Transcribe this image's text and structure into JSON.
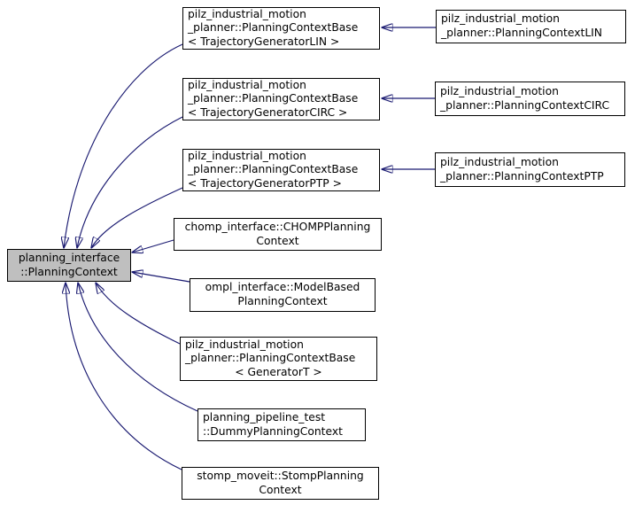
{
  "diagram": {
    "kind": "inheritance-graph",
    "colors": {
      "edge": "#191970",
      "node_border": "#000000",
      "node_fill": "#ffffff",
      "highlight_node_fill": "#bfbfbf",
      "background": "#ffffff"
    },
    "nodes": {
      "root": {
        "lines": [
          "planning_interface",
          "::PlanningContext"
        ]
      },
      "pilz_base_lin": {
        "lines": [
          "pilz_industrial_motion",
          "_planner::PlanningContextBase",
          "< TrajectoryGeneratorLIN >"
        ]
      },
      "pilz_base_circ": {
        "lines": [
          "pilz_industrial_motion",
          "_planner::PlanningContextBase",
          "< TrajectoryGeneratorCIRC >"
        ]
      },
      "pilz_base_ptp": {
        "lines": [
          "pilz_industrial_motion",
          "_planner::PlanningContextBase",
          "< TrajectoryGeneratorPTP >"
        ]
      },
      "chomp": {
        "lines": [
          "chomp_interface::CHOMPPlanning",
          "Context"
        ]
      },
      "ompl": {
        "lines": [
          "ompl_interface::ModelBased",
          "PlanningContext"
        ]
      },
      "pilz_base_generic": {
        "lines": [
          "pilz_industrial_motion",
          "_planner::PlanningContextBase",
          "< GeneratorT >"
        ]
      },
      "dummy": {
        "lines": [
          "planning_pipeline_test",
          "::DummyPlanningContext"
        ]
      },
      "stomp": {
        "lines": [
          "stomp_moveit::StompPlanning",
          "Context"
        ]
      },
      "pilz_lin": {
        "lines": [
          "pilz_industrial_motion",
          "_planner::PlanningContextLIN"
        ]
      },
      "pilz_circ": {
        "lines": [
          "pilz_industrial_motion",
          "_planner::PlanningContextCIRC"
        ]
      },
      "pilz_ptp": {
        "lines": [
          "pilz_industrial_motion",
          "_planner::PlanningContextPTP"
        ]
      }
    }
  }
}
